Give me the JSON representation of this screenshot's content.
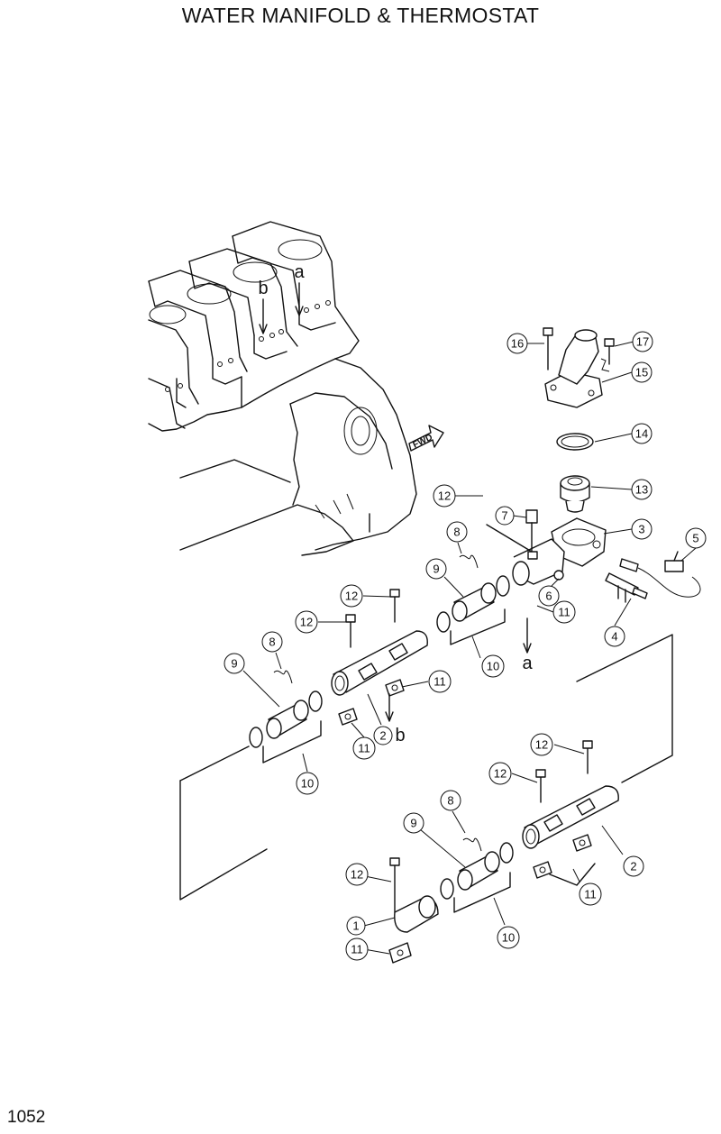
{
  "title": "WATER MANIFOLD & THERMOSTAT",
  "page_number": "1052",
  "fwd_label": "FWD",
  "letters": {
    "a": "a",
    "b": "b"
  },
  "callouts": {
    "p1": "1",
    "p2a": "2",
    "p2b": "2",
    "p3": "3",
    "p4": "4",
    "p5": "5",
    "p6": "6",
    "p7": "7",
    "p8a": "8",
    "p8b": "8",
    "p8c": "8",
    "p9a": "9",
    "p9b": "9",
    "p9c": "9",
    "p10a": "10",
    "p10b": "10",
    "p10c": "10",
    "p11a": "11",
    "p11b": "11",
    "p11c": "11",
    "p11d": "11",
    "p11e": "11",
    "p12a": "12",
    "p12b": "12",
    "p12c": "12",
    "p12d": "12",
    "p12e": "12",
    "p12f": "12",
    "p13": "13",
    "p14": "14",
    "p15": "15",
    "p16": "16",
    "p17": "17"
  }
}
